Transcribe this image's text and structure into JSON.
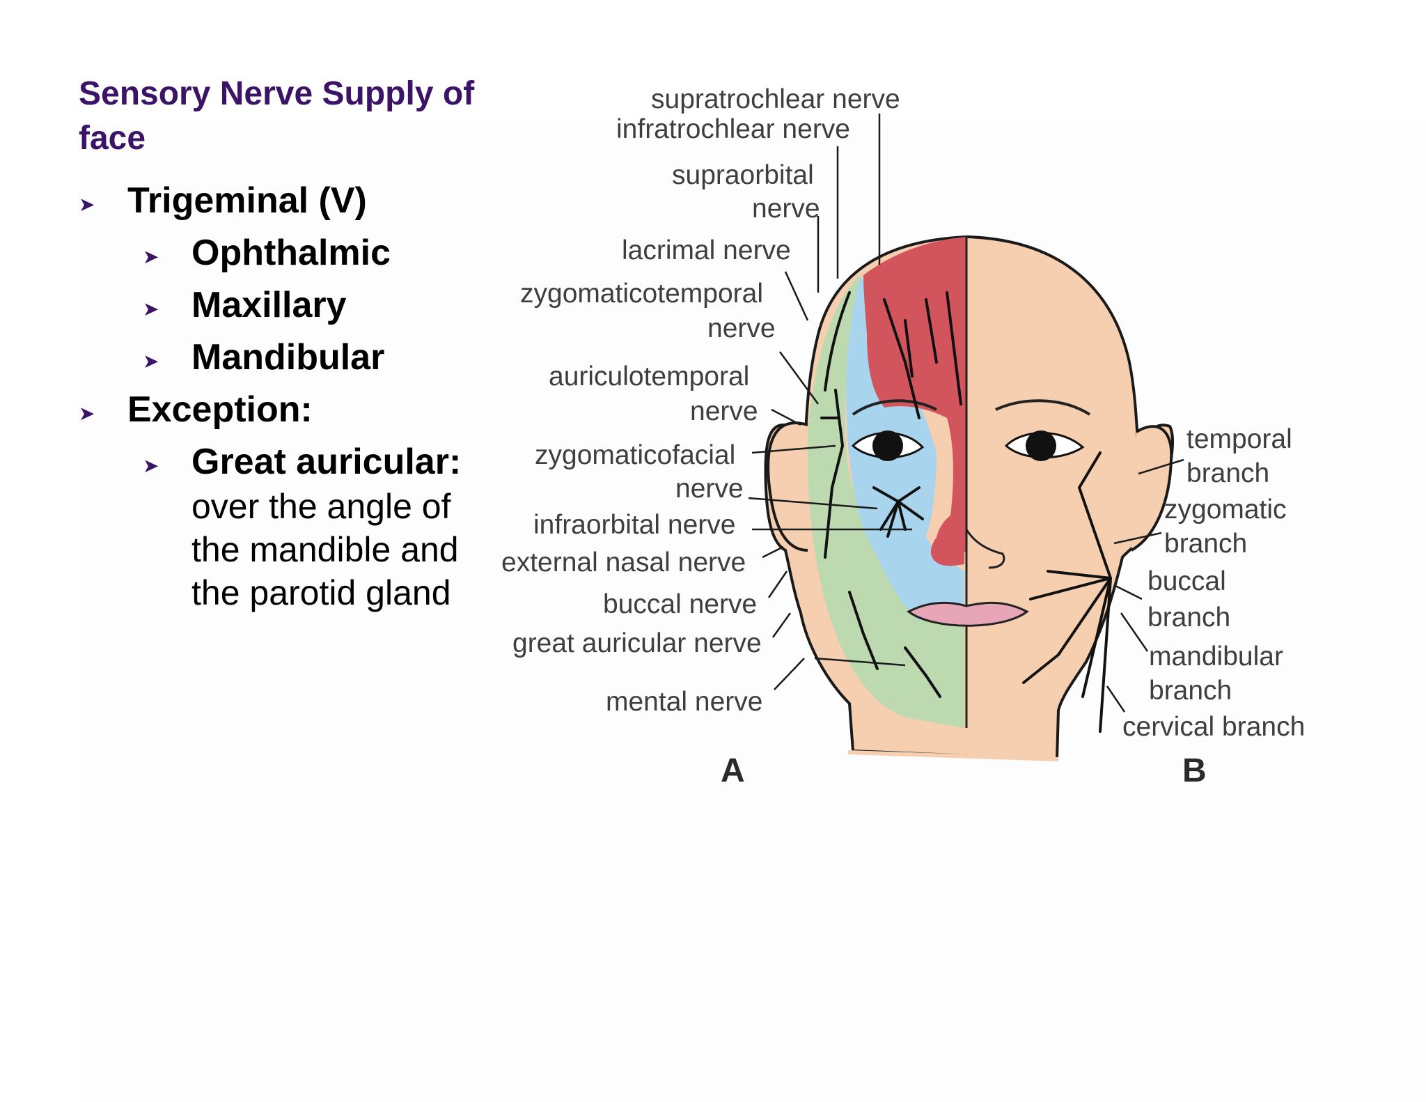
{
  "title": "Sensory Nerve Supply of face",
  "bullets": {
    "trigeminal": "Trigeminal (V)",
    "ophthalmic": "Ophthalmic",
    "maxillary": "Maxillary",
    "mandibular": "Mandibular",
    "exception": "Exception:",
    "great_auricular": "Great auricular:",
    "great_auricular_desc": "over the angle of the mandible and the parotid gland"
  },
  "diagram": {
    "left_labels": {
      "supratrochlear": "supratrochlear nerve",
      "infratrochlear": "infratrochlear nerve",
      "supraorbital_1": "supraorbital",
      "supraorbital_2": "nerve",
      "lacrimal": "lacrimal nerve",
      "zygomaticotemporal_1": "zygomaticotemporal",
      "zygomaticotemporal_2": "nerve",
      "auriculotemporal_1": "auriculotemporal",
      "auriculotemporal_2": "nerve",
      "zygomaticofacial_1": "zygomaticofacial",
      "zygomaticofacial_2": "nerve",
      "infraorbital": "infraorbital nerve",
      "external_nasal": "external nasal nerve",
      "buccal": "buccal nerve",
      "great_auricular": "great auricular nerve",
      "mental": "mental nerve"
    },
    "right_labels": {
      "temporal_1": "temporal",
      "temporal_2": "branch",
      "zygomatic_1": "zygomatic",
      "zygomatic_2": "branch",
      "buccal_1": "buccal",
      "buccal_2": "branch",
      "mandibular_1": "mandibular",
      "mandibular_2": "branch",
      "cervical": "cervical branch"
    },
    "panel_a": "A",
    "panel_b": "B",
    "colors": {
      "ophthalmic": "#d2545d",
      "maxillary": "#a9d4ee",
      "mandibular": "#bcd9b0",
      "skin": "#f5cfb0",
      "lips": "#e7a5b8",
      "title": "#3b1467"
    }
  }
}
